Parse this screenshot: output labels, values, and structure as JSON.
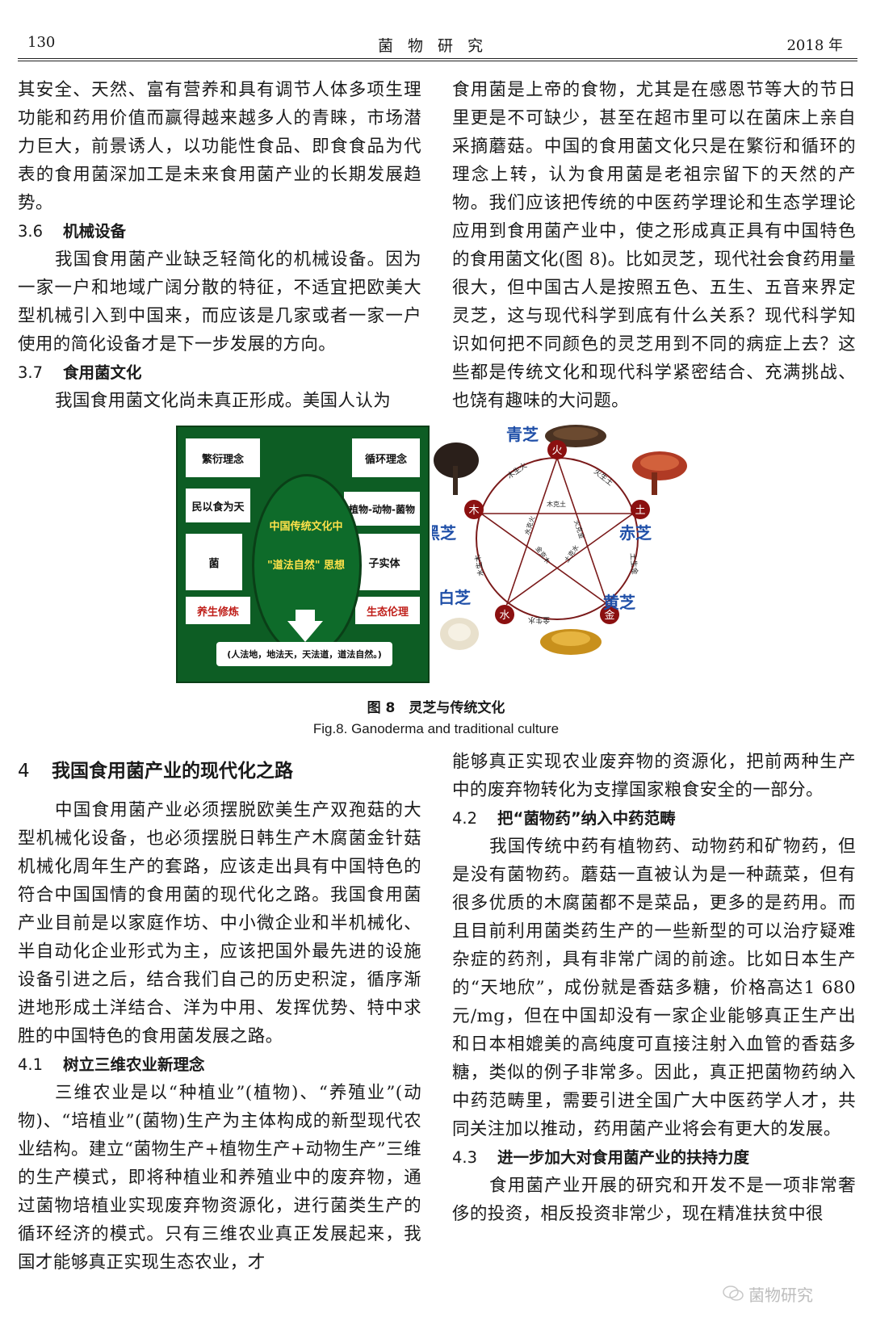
{
  "header": {
    "page_number": "130",
    "journal": "菌物研究",
    "year": "2018 年"
  },
  "left_top": {
    "para1": "其安全、天然、富有营养和具有调节人体多项生理功能和药用价值而赢得越来越多人的青睐，市场潜力巨大，前景诱人，以功能性食品、即食食品为代表的食用菌深加工是未来食用菌产业的长期发展趋势。",
    "sec36_num": "3.6",
    "sec36_title": "机械设备",
    "para2": "我国食用菌产业缺乏轻简化的机械设备。因为一家一户和地域广阔分散的特征，不适宜把欧美大型机械引入到中国来，而应该是几家或者一家一户使用的简化设备才是下一步发展的方向。",
    "sec37_num": "3.7",
    "sec37_title": "食用菌文化",
    "para3": "我国食用菌文化尚未真正形成。美国人认为"
  },
  "right_top": {
    "para1": "食用菌是上帝的食物，尤其是在感恩节等大的节日里更是不可缺少，甚至在超市里可以在菌床上亲自采摘蘑菇。中国的食用菌文化只是在繁衍和循环的理念上转，认为食用菌是老祖宗留下的天然的产物。我们应该把传统的中医药学理论和生态学理论应用到食用菌产业中，使之形成真正具有中国特色的食用菌文化(图 8)。比如灵芝，现代社会食药用量很大，但中国古人是按照五色、五生、五音来界定灵芝，这与现代科学到底有什么关系？现代科学知识如何把不同颜色的灵芝用到不同的病症上去？这些都是传统文化和现代科学紧密结合、充满挑战、也饶有趣味的大问题。"
  },
  "figure_left": {
    "box_fanyan": "繁衍理念",
    "box_xunhuan": "循环理念",
    "box_minyi": "民以食为天",
    "box_zhiwu": "植物-动物-菌物",
    "box_jun": "菌",
    "box_zishiti": "子实体",
    "label_yangsheng": "养生修炼",
    "label_shengtai": "生态伦理",
    "circle_text1": "中国传统文化中",
    "circle_text2": "\"道法自然\" 思想",
    "bottom_text": "(人法地，地法天，天法道，道法自然。)"
  },
  "figure_right": {
    "qingzhi": "青芝",
    "chizhi": "赤芝",
    "huangzhi": "黄芝",
    "baizhi": "白芝",
    "heizhi": "黑芝",
    "el_huo": "火",
    "el_tu": "土",
    "el_jin": "金",
    "el_shui": "水",
    "el_mu": "木",
    "arc_mushenghuo": "木生火",
    "arc_huoshengtu": "火生土",
    "arc_tushengjin": "土生金",
    "arc_jinshengshui": "金生水",
    "arc_shuishengmu": "水生木",
    "inner_mukextu": "木克土",
    "inner_huokejin": "火克金",
    "inner_tukeshui": "土克水",
    "inner_jinkemu": "金克木",
    "inner_shuikehuo": "水克火"
  },
  "figure_caption": {
    "cn": "图 8　灵芝与传统文化",
    "en": "Fig.8. Ganoderma and traditional culture"
  },
  "left_bottom": {
    "sec4_num": "4",
    "sec4_title": "我国食用菌产业的现代化之路",
    "para1": "中国食用菌产业必须摆脱欧美生产双孢菇的大型机械化设备，也必须摆脱日韩生产木腐菌金针菇机械化周年生产的套路，应该走出具有中国特色的符合中国国情的食用菌的现代化之路。我国食用菌产业目前是以家庭作坊、中小微企业和半机械化、半自动化企业形式为主，应该把国外最先进的设施设备引进之后，结合我们自己的历史积淀，循序渐进地形成土洋结合、洋为中用、发挥优势、特中求胜的中国特色的食用菌发展之路。",
    "sec41_num": "4.1",
    "sec41_title": "树立三维农业新理念",
    "para2": "三维农业是以“种植业”(植物)、“养殖业”(动物)、“培植业”(菌物)生产为主体构成的新型现代农业结构。建立“菌物生产+植物生产+动物生产”三维的生产模式，即将种植业和养殖业中的废弃物，通过菌物培植业实现废弃物资源化，进行菌类生产的循环经济的模式。只有三维农业真正发展起来，我国才能够真正实现生态农业，才"
  },
  "right_bottom": {
    "para1": "能够真正实现农业废弃物的资源化，把前两种生产中的废弃物转化为支撑国家粮食安全的一部分。",
    "sec42_num": "4.2",
    "sec42_title": "把“菌物药”纳入中药范畴",
    "para2": "我国传统中药有植物药、动物药和矿物药，但是没有菌物药。蘑菇一直被认为是一种蔬菜，但有很多优质的木腐菌都不是菜品，更多的是药用。而且目前利用菌类药生产的一些新型的可以治疗疑难杂症的药剂，具有非常广阔的前途。比如日本生产的“天地欣”，成份就是香菇多糖，价格高达1 680 元/mg，但在中国却没有一家企业能够真正生产出和日本相媲美的高纯度可直接注射入血管的香菇多糖，类似的例子非常多。因此，真正把菌物药纳入中药范畴里，需要引进全国广大中医药学人才，共同关注加以推动，药用菌产业将会有更大的发展。",
    "sec43_num": "4.3",
    "sec43_title": "进一步加大对食用菌产业的扶持力度",
    "para3": "食用菌产业开展的研究和开发不是一项非常奢侈的投资，相反投资非常少，现在精准扶贫中很"
  },
  "watermark": "菌物研究",
  "colors": {
    "fig_green": "#0d5d24",
    "circle_text": "#ffe24a",
    "element_badge": "#8b1010",
    "label_blue": "#1f4fa8",
    "label_red": "#c0211c"
  }
}
